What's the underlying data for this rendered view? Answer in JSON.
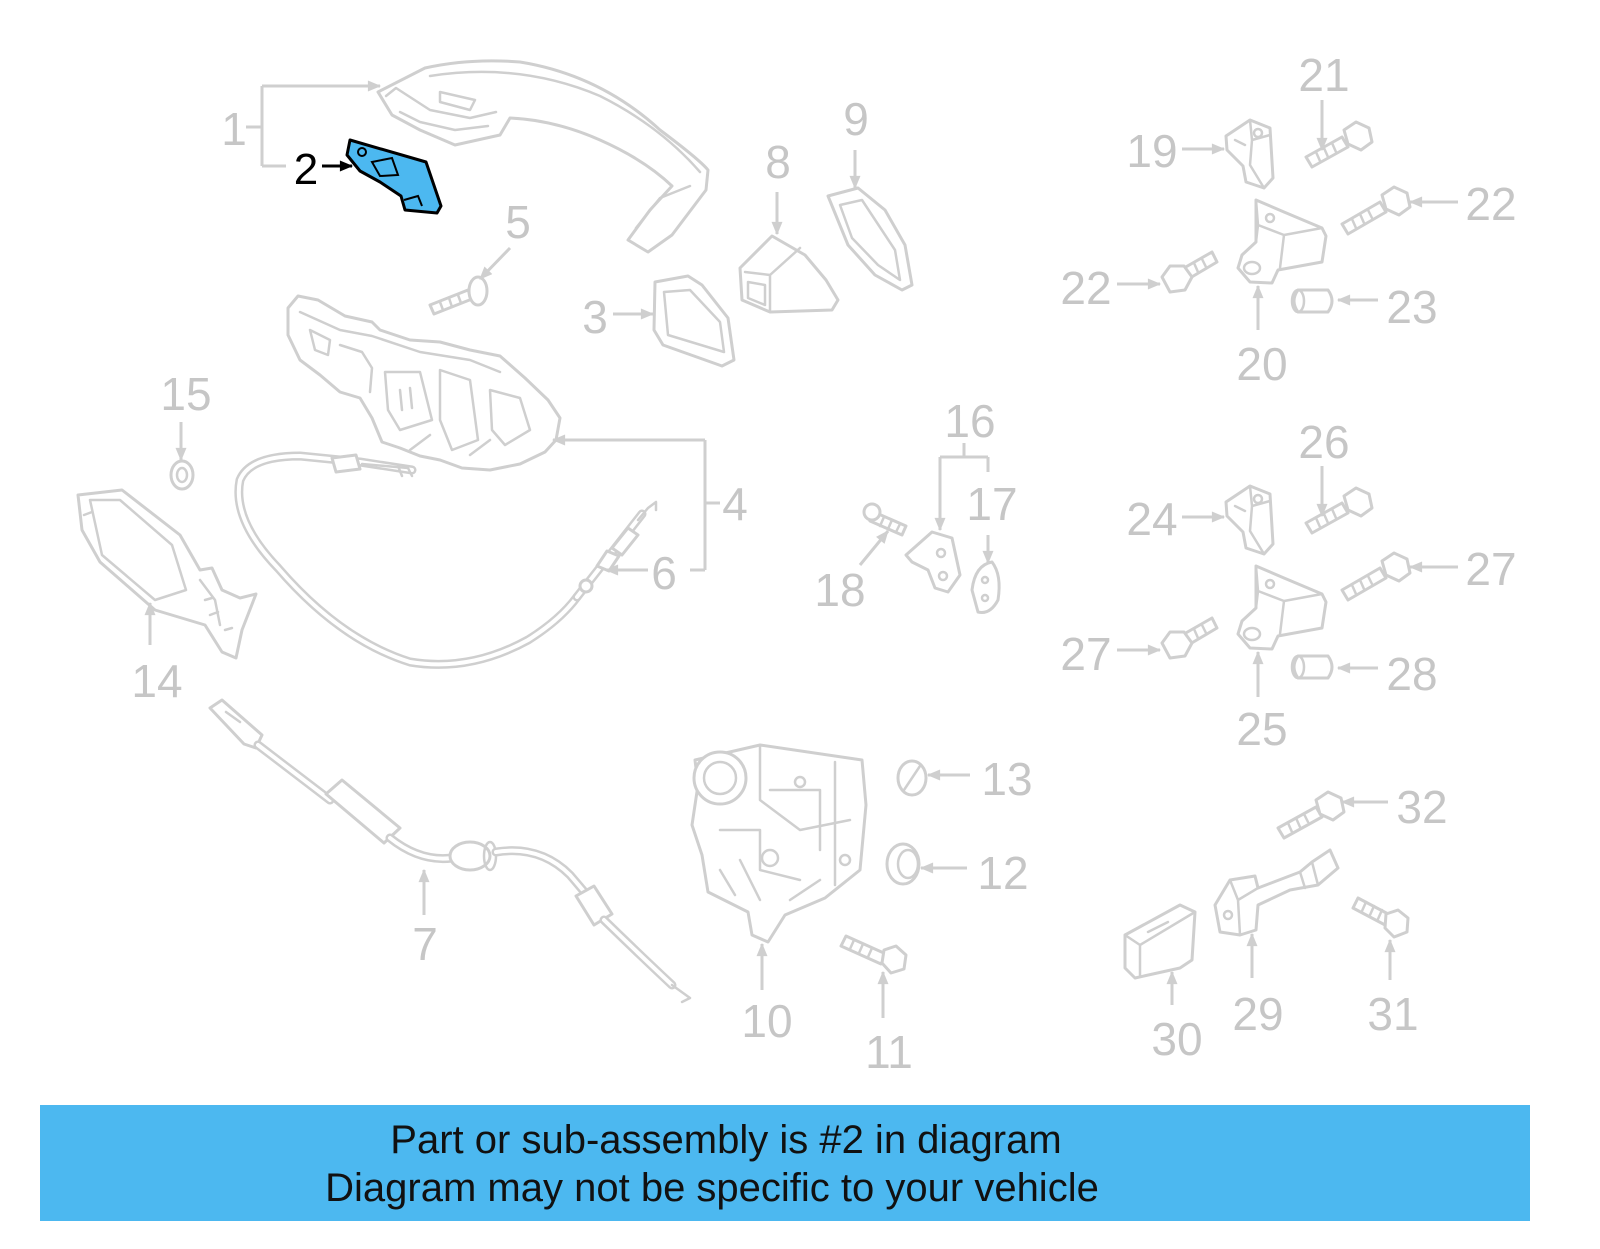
{
  "colors": {
    "highlight": "#4cb8f0",
    "outline": "#cfcfcf",
    "label": "#c6c6c6",
    "banner": "#4cb8f0"
  },
  "callouts": [
    "1",
    "2",
    "3",
    "4",
    "5",
    "6",
    "7",
    "8",
    "9",
    "10",
    "11",
    "12",
    "13",
    "14",
    "15",
    "16",
    "17",
    "18",
    "19",
    "20",
    "21",
    "22",
    "22",
    "23",
    "24",
    "25",
    "26",
    "27",
    "27",
    "28",
    "29",
    "30",
    "31",
    "32"
  ],
  "banner": {
    "line1": "Part or sub-assembly is #2 in diagram",
    "line2": "Diagram may not be specific to your vehicle"
  }
}
